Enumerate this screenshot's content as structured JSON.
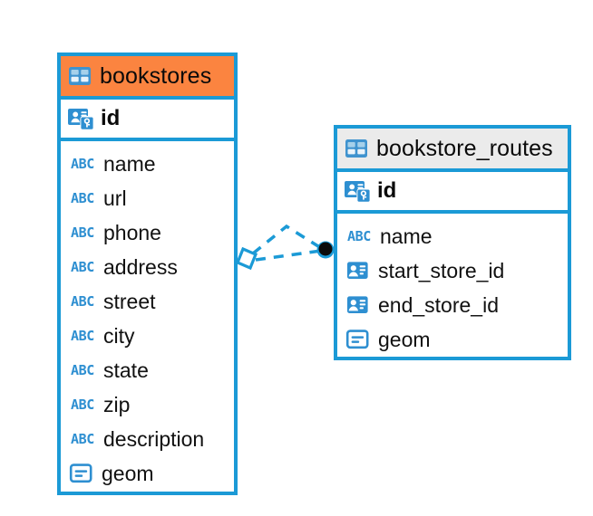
{
  "diagram": {
    "type": "entity-relationship-diagram",
    "background_color": "#ffffff",
    "accent_color": "#1b9ad6",
    "selected_header_color": "#fb8440",
    "header_color": "#ebebeb",
    "icon_color": "#2e8fd1"
  },
  "entities": [
    {
      "name": "bookstores",
      "selected": true,
      "table_icon": "table-icon",
      "primary_key": {
        "label": "id",
        "icon": "primary-key-icon"
      },
      "fields": [
        {
          "label": "name",
          "icon": "text-type-icon",
          "icon_text": "ABC"
        },
        {
          "label": "url",
          "icon": "text-type-icon",
          "icon_text": "ABC"
        },
        {
          "label": "phone",
          "icon": "text-type-icon",
          "icon_text": "ABC"
        },
        {
          "label": "address",
          "icon": "text-type-icon",
          "icon_text": "ABC"
        },
        {
          "label": "street",
          "icon": "text-type-icon",
          "icon_text": "ABC"
        },
        {
          "label": "city",
          "icon": "text-type-icon",
          "icon_text": "ABC"
        },
        {
          "label": "state",
          "icon": "text-type-icon",
          "icon_text": "ABC"
        },
        {
          "label": "zip",
          "icon": "text-type-icon",
          "icon_text": "ABC"
        },
        {
          "label": "description",
          "icon": "text-type-icon",
          "icon_text": "ABC"
        },
        {
          "label": "geom",
          "icon": "geometry-type-icon",
          "icon_text": ""
        }
      ]
    },
    {
      "name": "bookstore_routes",
      "selected": false,
      "table_icon": "table-icon",
      "primary_key": {
        "label": "id",
        "icon": "primary-key-icon"
      },
      "fields": [
        {
          "label": "name",
          "icon": "text-type-icon",
          "icon_text": "ABC"
        },
        {
          "label": "start_store_id",
          "icon": "foreign-key-icon",
          "icon_text": ""
        },
        {
          "label": "end_store_id",
          "icon": "foreign-key-icon",
          "icon_text": ""
        },
        {
          "label": "geom",
          "icon": "geometry-type-icon",
          "icon_text": ""
        }
      ]
    }
  ],
  "relationship": {
    "style": "dashed",
    "color": "#1b9ad6",
    "source_entity": "bookstores",
    "target_entity": "bookstore_routes",
    "source_marker": "diamond-marker",
    "target_marker": "filled-circle-marker"
  }
}
